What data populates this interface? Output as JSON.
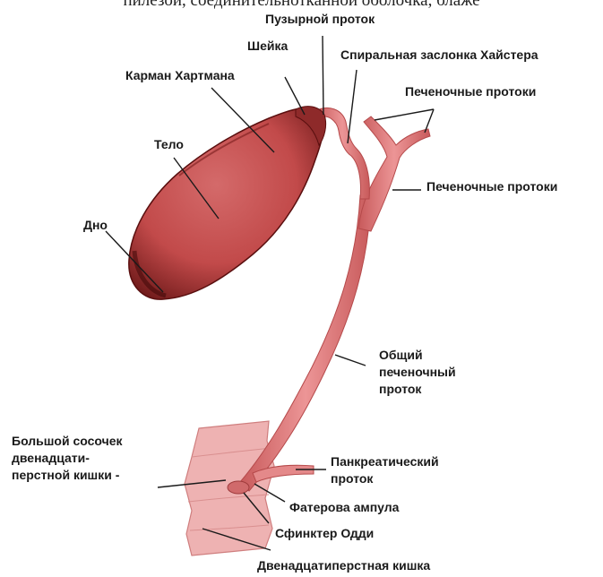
{
  "top_text": "пилезой, соединительнотканной оболочка, блаже",
  "labels": {
    "cystic_duct": "Пузырной проток",
    "neck": "Шейка",
    "heister_valve": "Спиральная заслонка Хайстера",
    "hartmann_pouch": "Карман Хартмана",
    "hepatic_ducts_top": "Печеночные протоки",
    "body": "Тело",
    "hepatic_ducts_right": "Печеночные протоки",
    "fundus": "Дно",
    "common_hepatic_duct": [
      "Общий",
      "печеночный",
      "проток"
    ],
    "major_papilla": [
      "Большой сосочек",
      "двенадцати-",
      "перстной кишки -"
    ],
    "pancreatic_duct": [
      "Панкреатический",
      "проток"
    ],
    "vater_ampulla": "Фатерова ампула",
    "oddi_sphincter": "Сфинктер Одди",
    "duodenum": "Двенадцатиперстная кишка"
  },
  "colors": {
    "organ_fill": "#c24a4a",
    "organ_dark": "#6e1414",
    "duct_fill": "#e4898a",
    "duodenum_fill": "#eeb2b2",
    "leader": "#1a1a1a"
  }
}
